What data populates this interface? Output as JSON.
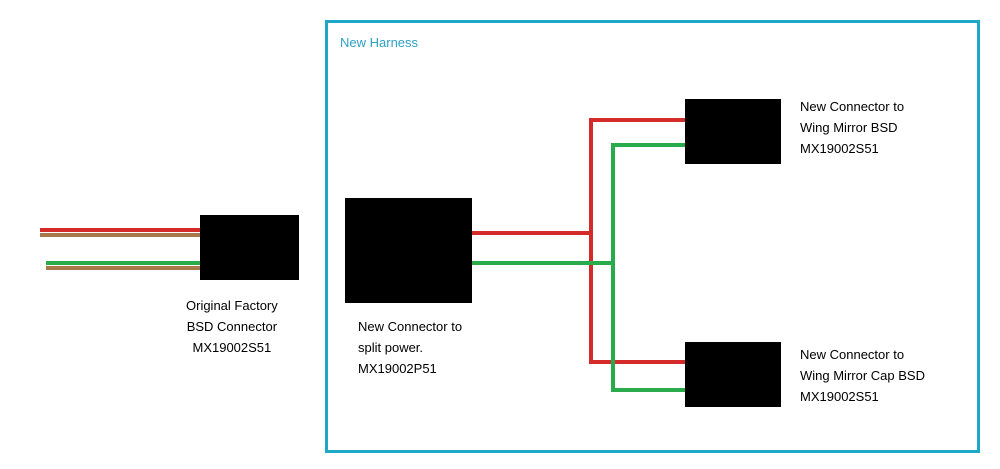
{
  "harness": {
    "title": "New Harness",
    "border_color": "#1fa7c9"
  },
  "wire_colors": {
    "red": "#d42a2a",
    "green": "#2aab4b",
    "brown": "#a87a4b"
  },
  "connectors": {
    "original": {
      "lines": [
        "Original Factory",
        "BSD Connector",
        "MX19002S51"
      ]
    },
    "split": {
      "lines": [
        "New Connector to",
        "split power.",
        "MX19002P51"
      ]
    },
    "wing_mirror": {
      "lines": [
        "New Connector to",
        "Wing Mirror BSD",
        "MX19002S51"
      ]
    },
    "wing_mirror_cap": {
      "lines": [
        "New Connector to",
        "Wing Mirror Cap BSD",
        "MX19002S51"
      ]
    }
  }
}
